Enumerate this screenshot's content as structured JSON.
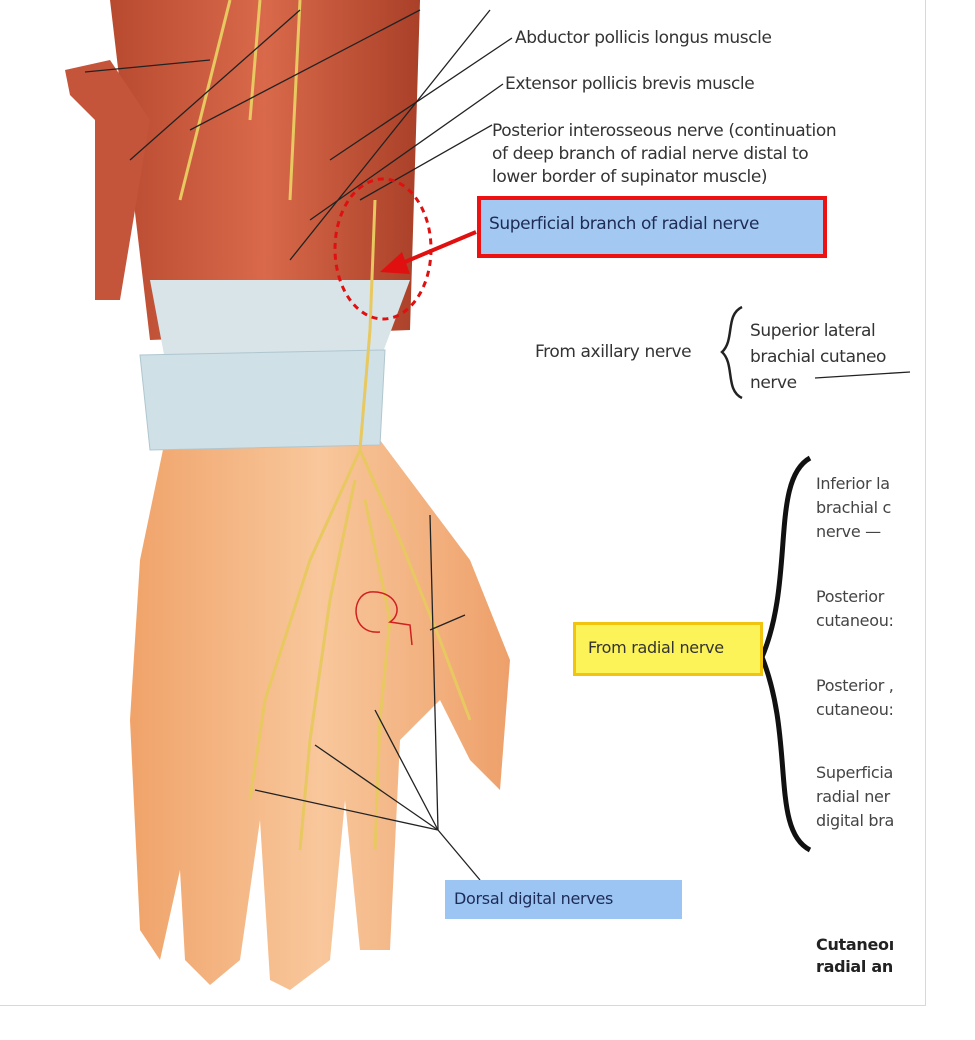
{
  "labels": {
    "abductor": "Abductor pollicis longus muscle",
    "extensor": "Extensor pollicis brevis muscle",
    "posterior_interosseous": [
      "Posterior interosseous nerve (continuation",
      "of deep branch of radial nerve distal to",
      "lower border of supinator muscle)"
    ],
    "superficial_branch": "Superficial branch of radial nerve",
    "from_axillary": "From axillary nerve",
    "superior_lateral": [
      "Superior lateral",
      "brachial cutaneo",
      "nerve"
    ],
    "from_radial": "From radial nerve",
    "inferior_lateral": [
      "Inferior la",
      "brachial c",
      "nerve —"
    ],
    "posterior_1": [
      "Posterior ",
      "cutaneou:"
    ],
    "posterior_2": [
      "Posterior ,",
      "cutaneou:"
    ],
    "superficial_digital": [
      "Superficia",
      "radial ner",
      "digital bra"
    ],
    "dorsal_digital": "Dorsal digital nerves",
    "caption": [
      "Cutaneoı",
      "radial an"
    ]
  },
  "colors": {
    "highlight_red": "#ee1111",
    "highlight_blue": "#a3c9f2",
    "highlight_yellow": "#fbf357",
    "muscle": "#c9573a",
    "skin": "#f4b483",
    "nerve": "#e8c860"
  }
}
